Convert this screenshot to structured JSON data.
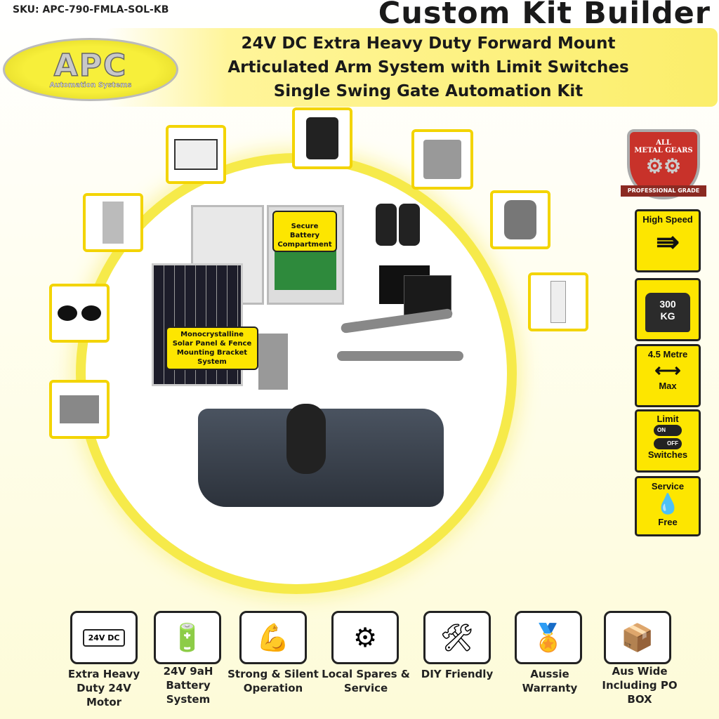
{
  "sku": "SKU: APC-790-FMLA-SOL-KB",
  "title": "Custom Kit Builder",
  "banner": {
    "line1": "24V DC Extra Heavy Duty Forward Mount",
    "line2": "Articulated Arm System with Limit Switches",
    "line3": "Single Swing Gate Automation Kit"
  },
  "logo": {
    "name": "APC",
    "subtitle": "Automation Systems"
  },
  "callouts": {
    "battery": "Secure Battery Compartment",
    "solar": "Monocrystalline Solar Panel & Fence Mounting Bracket System"
  },
  "shield": {
    "line1": "ALL",
    "line2": "METAL GEARS",
    "ribbon": "PROFESSIONAL GRADE"
  },
  "badges": [
    {
      "top": "High Speed",
      "icon": "arrow-icon"
    },
    {
      "top": "300",
      "bottom": "KG",
      "icon": "weight-icon"
    },
    {
      "top": "4.5 Metre",
      "bottom": "Max",
      "icon": "double-arrow-icon"
    },
    {
      "top": "Limit",
      "on": "ON",
      "off": "OFF",
      "bottom": "Switches",
      "icon": "toggle-icon"
    },
    {
      "top": "Service",
      "bottom": "Free",
      "icon": "drop-icon"
    }
  ],
  "features": [
    {
      "icon_text": "24V DC",
      "label": "Extra Heavy Duty 24V Motor"
    },
    {
      "label": "24V 9aH Battery System"
    },
    {
      "label": "Strong & Silent Operation"
    },
    {
      "label": "Local Spares & Service"
    },
    {
      "label": "DIY Friendly"
    },
    {
      "label": "Aussie Warranty"
    },
    {
      "label": "Aus Wide Including PO BOX"
    }
  ],
  "colors": {
    "accent": "#fde600",
    "border": "#f3d400"
  }
}
